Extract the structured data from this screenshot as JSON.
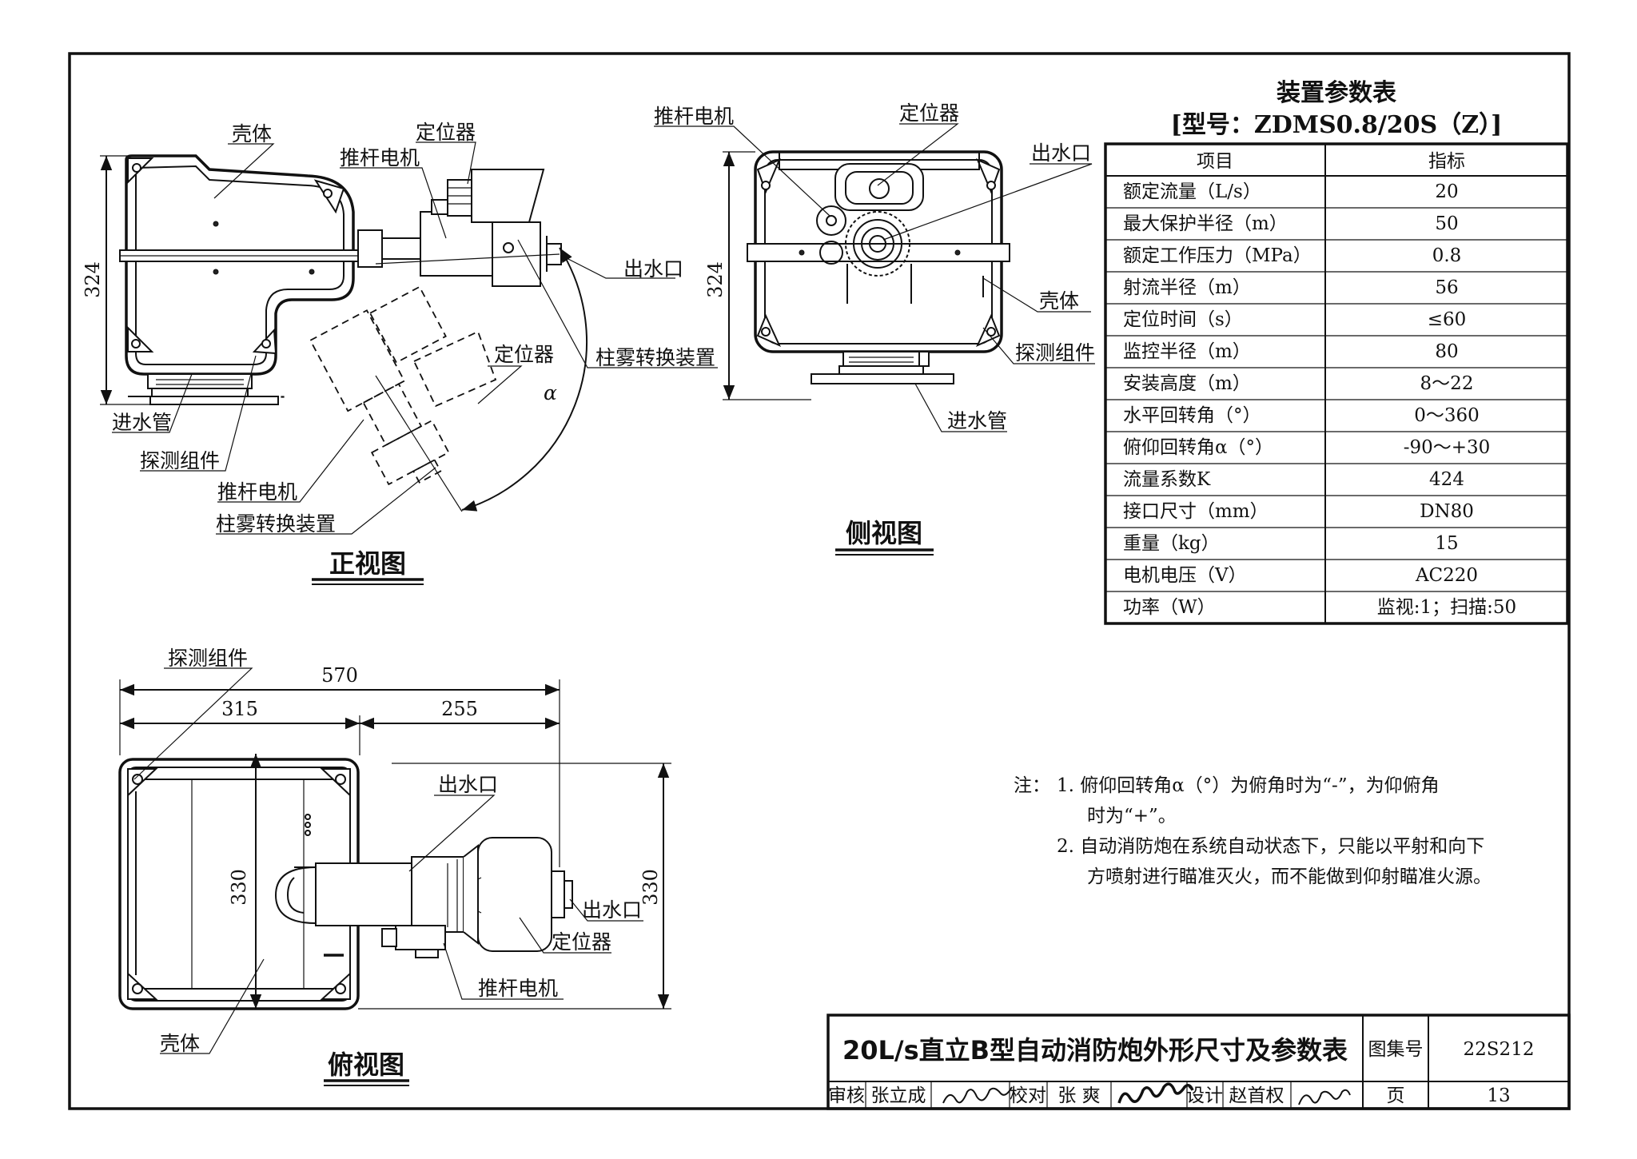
{
  "views": {
    "front": {
      "title": "正视图",
      "labels": {
        "shell": "壳体",
        "push_motor": "推杆电机",
        "positioner": "定位器",
        "outlet": "出水口",
        "positioner_dashed": "定位器",
        "column_spray_top": "柱雾转换装置",
        "inlet_pipe": "进水管",
        "detector": "探测组件",
        "push_motor_bottom": "推杆电机",
        "column_spray_bottom": "柱雾转换装置",
        "alpha": "α"
      },
      "dims": {
        "height": "324"
      }
    },
    "side": {
      "title": "侧视图",
      "labels": {
        "push_motor": "推杆电机",
        "positioner": "定位器",
        "outlet": "出水口",
        "shell": "壳体",
        "detector": "探测组件",
        "inlet_pipe": "进水管"
      },
      "dims": {
        "height": "324"
      }
    },
    "top": {
      "title": "俯视图",
      "labels": {
        "detector": "探测组件",
        "outlet_upper": "出水口",
        "outlet_right": "出水口",
        "positioner": "定位器",
        "push_motor": "推杆电机",
        "shell": "壳体"
      },
      "dims": {
        "total": "570",
        "left": "315",
        "right": "255",
        "depth_left": "330",
        "depth_right": "330"
      }
    }
  },
  "param_table": {
    "title": "装置参数表",
    "model": "[型号：ZDMS0.8/20S（Z）]",
    "headers": [
      "项目",
      "指标"
    ],
    "rows": [
      [
        "额定流量（L/s）",
        "20"
      ],
      [
        "最大保护半径（m）",
        "50"
      ],
      [
        "额定工作压力（MPa）",
        "0.8"
      ],
      [
        "射流半径（m）",
        "56"
      ],
      [
        "定位时间（s）",
        "≤60"
      ],
      [
        "监控半径（m）",
        "80"
      ],
      [
        "安装高度（m）",
        "8～22"
      ],
      [
        "水平回转角（°）",
        "0～360"
      ],
      [
        "俯仰回转角α（°）",
        "-90～+30"
      ],
      [
        "流量系数K",
        "424"
      ],
      [
        "接口尺寸（mm）",
        "DN80"
      ],
      [
        "重量（kg）",
        "15"
      ],
      [
        "电机电压（V）",
        "AC220"
      ],
      [
        "功率（W）",
        "监视:1；扫描:50"
      ]
    ]
  },
  "notes": {
    "prefix": "注：",
    "n1_line1": "1. 俯仰回转角α（°）为俯角时为“-”，为仰俯角",
    "n1_line2": "时为“+”。",
    "n2_line1": "2. 自动消防炮在系统自动状态下，只能以平射和向下",
    "n2_line2": "方喷射进行瞄准灭火，而不能做到仰射瞄准火源。"
  },
  "title_block": {
    "title": "20L/s直立B型自动消防炮外形尺寸及参数表",
    "atlas_label": "图集号",
    "atlas_no": "22S212",
    "review_label": "审核",
    "reviewer": "张立成",
    "check_label": "校对",
    "checker": "张 爽",
    "design_label": "设计",
    "designer": "赵首权",
    "page_label": "页",
    "page_no": "13"
  }
}
